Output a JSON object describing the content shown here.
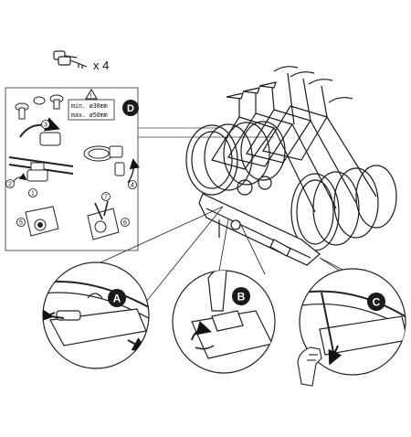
{
  "header": {
    "key_quantity": "x 4"
  },
  "detail_panel": {
    "badge": "D",
    "warning_symbol": "!",
    "spec_min": "min. ø30mm",
    "spec_max": "max. ø50mm",
    "steps": [
      "1",
      "2",
      "3",
      "4",
      "5",
      "6",
      "7"
    ]
  },
  "callouts": [
    {
      "badge": "A"
    },
    {
      "badge": "B"
    },
    {
      "badge": "C"
    }
  ],
  "colors": {
    "badge_fill": "#1a1a1a",
    "badge_text": "#ffffff",
    "line": "#222222",
    "panel_border": "#555555"
  },
  "icons": [
    "key-icon",
    "warning-icon",
    "bicycle-icon",
    "carrier-icon",
    "hand-icon",
    "arrow-icon"
  ]
}
